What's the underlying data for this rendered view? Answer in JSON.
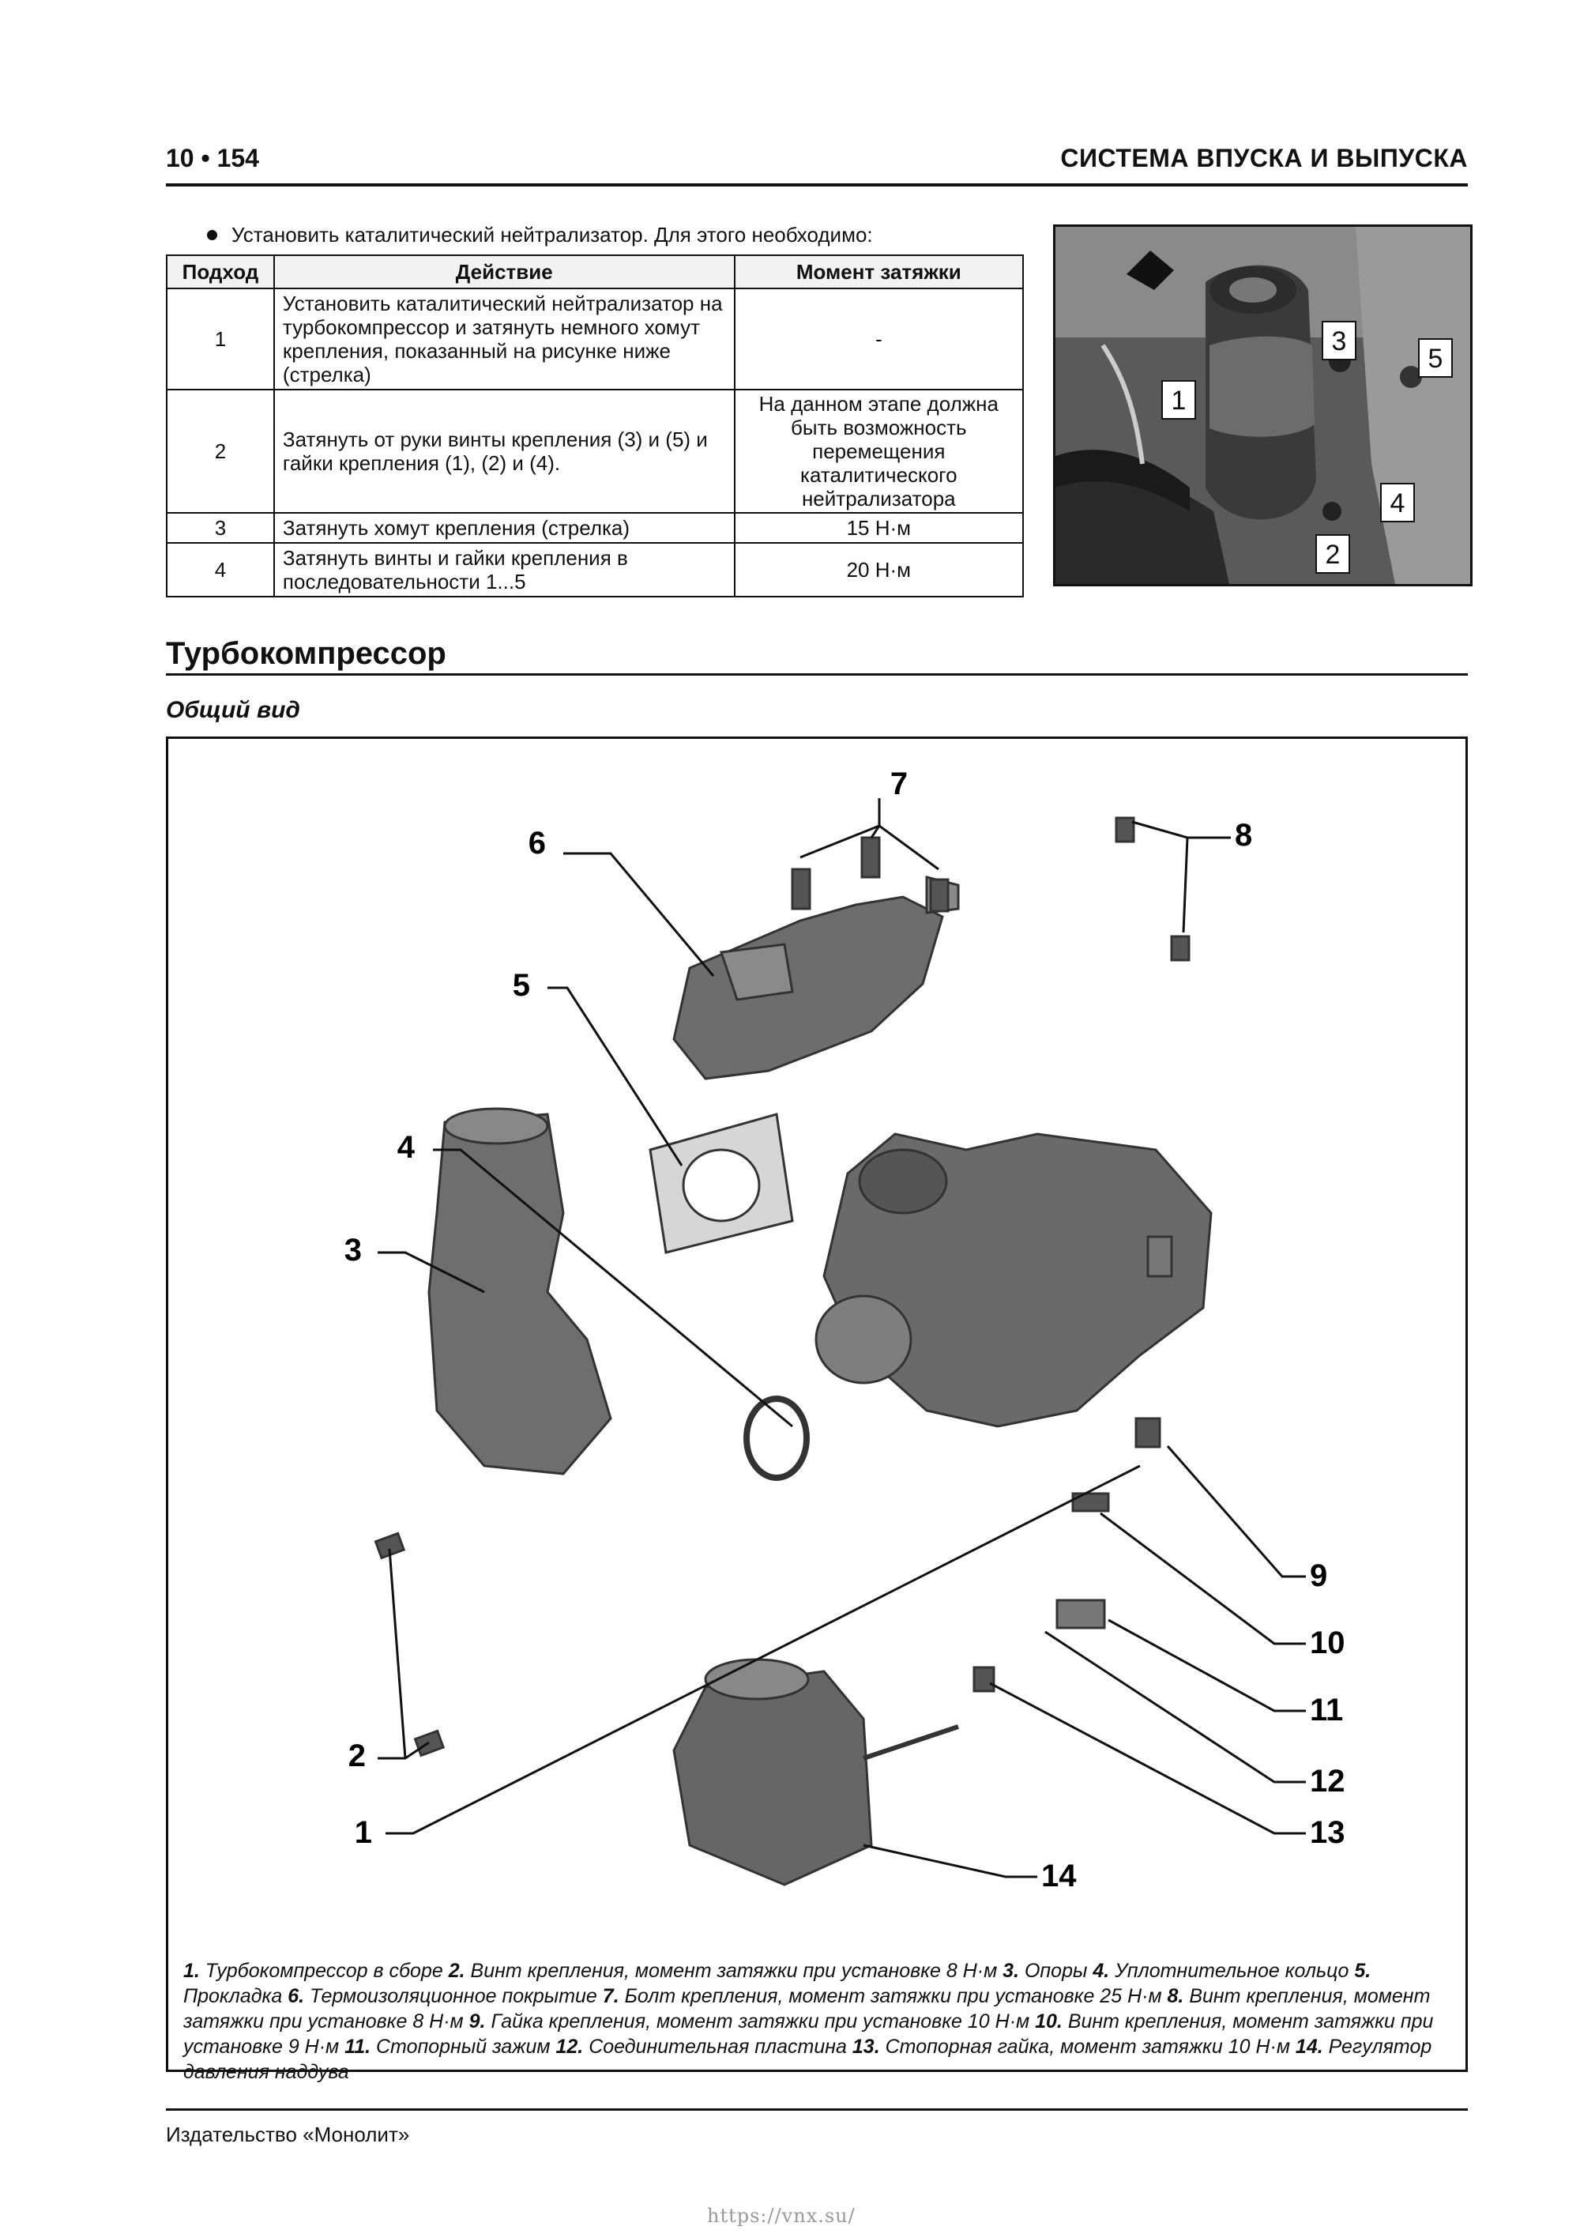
{
  "header": {
    "page_number": "10 • 154",
    "section": "СИСТЕМА ВПУСКА И ВЫПУСКА"
  },
  "intro": "Установить каталитический нейтрализатор. Для этого необходимо:",
  "table": {
    "headers": [
      "Подход",
      "Действие",
      "Момент затяжки"
    ],
    "rows": [
      {
        "step": "1",
        "action": "Установить каталитический нейтрализатор на турбокомпрессор и затянуть немного хомут крепления, показанный на рисунке ниже (стрелка)",
        "torque": "-"
      },
      {
        "step": "2",
        "action": "Затянуть от руки винты крепления (3) и (5) и гайки крепления (1), (2) и (4).",
        "torque": "На данном этапе должна быть возможность перемещения каталитического нейтрализатора"
      },
      {
        "step": "3",
        "action": "Затянуть хомут крепления (стрелка)",
        "torque": "15 Н·м"
      },
      {
        "step": "4",
        "action": "Затянуть винты и гайки крепления в последовательности 1...5",
        "torque": "20 Н·м"
      }
    ]
  },
  "photo_labels": [
    "1",
    "2",
    "3",
    "4",
    "5"
  ],
  "section_title": "Турбокомпрессор",
  "subsection_title": "Общий вид",
  "diagram_labels": [
    "1",
    "2",
    "3",
    "4",
    "5",
    "6",
    "7",
    "8",
    "9",
    "10",
    "11",
    "12",
    "13",
    "14"
  ],
  "caption": [
    {
      "n": "1.",
      "t": " Турбокомпрессор в сборе "
    },
    {
      "n": "2.",
      "t": " Винт крепления, момент затяжки при установке 8 Н·м "
    },
    {
      "n": "3.",
      "t": " Опоры "
    },
    {
      "n": "4.",
      "t": " Уплотнительное кольцо "
    },
    {
      "n": "5.",
      "t": " Прокладка "
    },
    {
      "n": "6.",
      "t": " Термоизоляционное покрытие "
    },
    {
      "n": "7.",
      "t": " Болт крепления, момент затяжки при установке 25 Н·м "
    },
    {
      "n": "8.",
      "t": " Винт крепления, момент затяжки при установке 8 Н·м "
    },
    {
      "n": "9.",
      "t": " Гайка крепления, момент затяжки при установке 10 Н·м "
    },
    {
      "n": "10.",
      "t": " Винт крепления, момент затяжки при установке 9 Н·м "
    },
    {
      "n": "11.",
      "t": " Стопорный зажим "
    },
    {
      "n": "12.",
      "t": " Соединительная пластина "
    },
    {
      "n": "13.",
      "t": " Стопорная гайка, момент затяжки 10 Н·м "
    },
    {
      "n": "14.",
      "t": " Регулятор давления наддува"
    }
  ],
  "footer": "Издательство «Монолит»",
  "watermark": "https://vnx.su/"
}
